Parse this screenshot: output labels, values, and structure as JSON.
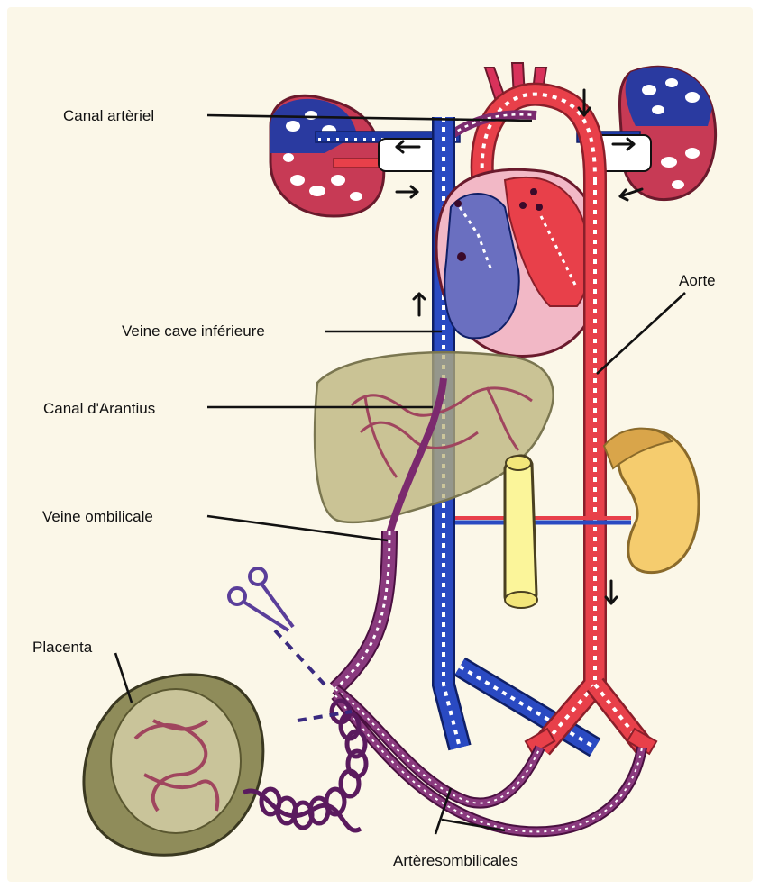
{
  "labels": {
    "canal_arteriel": "Canal artèriel",
    "aorte": "Aorte",
    "veine_cave_inferieure": "Veine cave inférieure",
    "canal_arantius": "Canal d'Arantius",
    "veine_ombilicale": "Veine ombilicale",
    "placenta": "Placenta",
    "arteres_ombilicales": "Artèresombilicales"
  },
  "colors": {
    "background": "#fbf7e8",
    "oxygenated_red": "#e8404a",
    "deoxygenated_blue": "#1f3aa6",
    "mixed_purple": "#7b2a6e",
    "heart_pink": "#f2b8c6",
    "liver_olive": "#b9b27a",
    "kidney_yellow": "#f5cc6e",
    "bladder_yellow": "#fbf59a",
    "placenta_olive": "#8f8c5a",
    "scissors_purple": "#5a3e9a"
  },
  "icons": [
    "scissors-icon",
    "flow-arrow-icon"
  ]
}
